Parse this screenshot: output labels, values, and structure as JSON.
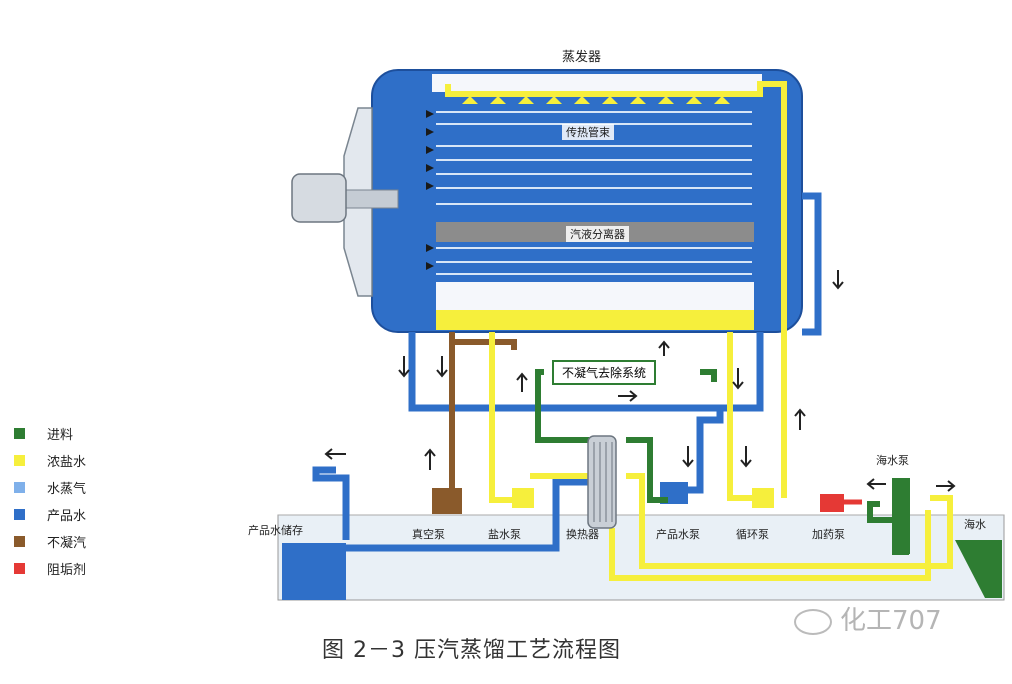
{
  "labels": {
    "evaporator": "蒸发器",
    "tube_bundle": "传热管束",
    "separator": "汽液分离器",
    "ncg_removal_system": "不凝气去除系统",
    "product_storage": "产品水储存",
    "vacuum_pump": "真空泵",
    "brine_pump": "盐水泵",
    "heat_exchanger": "换热器",
    "product_pump": "产品水泵",
    "circulation_pump": "循环泵",
    "dosing_pump": "加药泵",
    "sea_water_pump": "海水泵",
    "sea_water": "海水"
  },
  "legend": [
    "进料",
    "浓盐水",
    "水蒸气",
    "产品水",
    "不凝汽",
    "阻垢剂"
  ],
  "colors": {
    "feed": "#2e7d32",
    "brine": "#f6ef3c",
    "steam": "#7fb0ea",
    "product_water": "#2f6fc8",
    "non_condensable": "#8a5a2b",
    "antiscalant": "#e53935"
  },
  "caption": "图 2－3   压汽蒸馏工艺流程图",
  "watermark": "化工707"
}
